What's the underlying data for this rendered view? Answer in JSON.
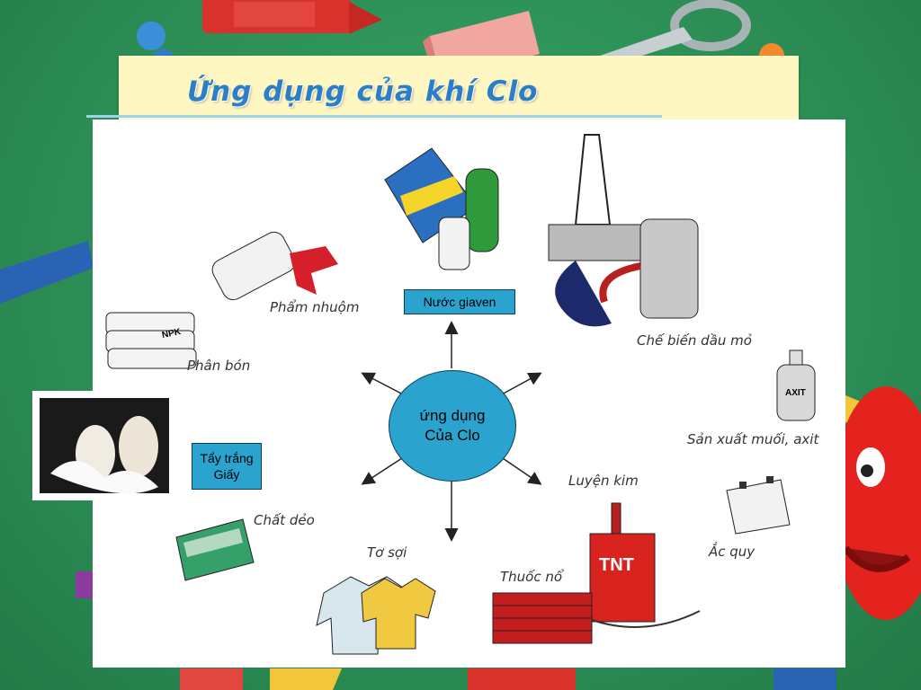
{
  "title": "Ứng dụng của khí Clo",
  "center": {
    "line1": "ứng dụng",
    "line2": "Của Clo"
  },
  "boxes": {
    "javel": "Nước giaven",
    "bleach_line1": "Tẩy trắng",
    "bleach_line2": "Giấy"
  },
  "labels": {
    "dye": "Phẩm nhuộm",
    "fertilizer": "Phân bón",
    "oil": "Chế biến dầu mỏ",
    "salt_acid": "Sản xuất muối, axit",
    "metallurgy": "Luyện kim",
    "battery": "Ắc quy",
    "plastic": "Chất dẻo",
    "fiber": "Tơ sợi",
    "explosive": "Thuốc nổ"
  },
  "image_text": {
    "npk": "NPK",
    "axit": "AXIT",
    "tnt": "TNT"
  },
  "colors": {
    "accent_box": "#2aa3cf",
    "title": "#2a7fc8",
    "background": "#2f9a5b",
    "note": "#fff7c2"
  }
}
